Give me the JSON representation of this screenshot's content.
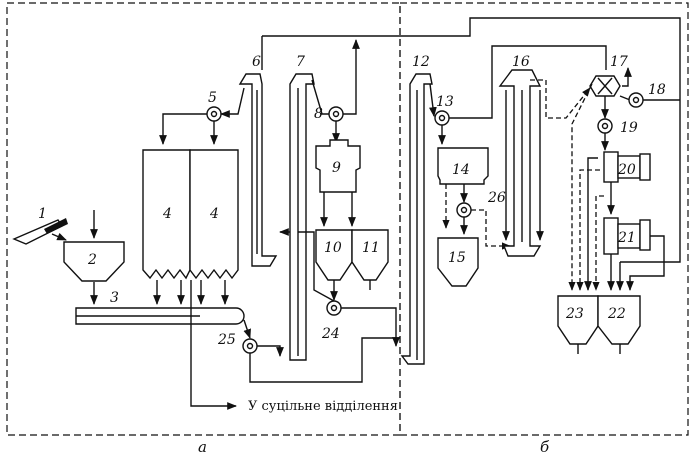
{
  "labels": {
    "l1": "1",
    "l2": "2",
    "l3": "3",
    "l4a": "4",
    "l4b": "4",
    "l5": "5",
    "l6": "6",
    "l7": "7",
    "l8": "8",
    "l9": "9",
    "l10": "10",
    "l11": "11",
    "l12": "12",
    "l13": "13",
    "l14": "14",
    "l15": "15",
    "l16": "16",
    "l17": "17",
    "l18": "18",
    "l19": "19",
    "l20": "20",
    "l21": "21",
    "l22": "22",
    "l23": "23",
    "l24": "24",
    "l25": "25",
    "l26": "26"
  },
  "caption": "У суцільне відділення",
  "sections": {
    "a": "а",
    "b": "б"
  },
  "colors": {
    "ink": "#111111",
    "background": "#ffffff",
    "bunker_fill": "#111111"
  }
}
